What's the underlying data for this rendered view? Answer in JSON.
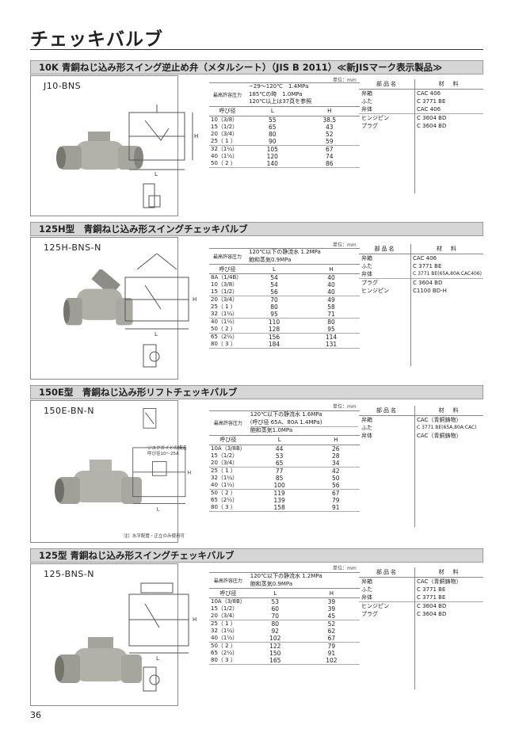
{
  "page_title": "チェッキバルブ",
  "page_number": "36",
  "sections": [
    {
      "heading": "10K 青銅ねじ込み形スイング逆止め弁（メタルシート）（JIS B 2011）≪新JISマーク表示製品≫",
      "model": "J10-BNS",
      "unit": "単位：mm",
      "pressure_label": "最高許容圧力",
      "pressure_lines": [
        "−29〜120℃　1.4MPa",
        "185℃の時　1.0MPa",
        "120℃以上は37頁を参照"
      ],
      "col_size": "呼び径",
      "col_l": "L",
      "col_h": "H",
      "groups": [
        [
          [
            "10（3/8）",
            "55",
            "38.5"
          ],
          [
            "15（1/2）",
            "65",
            "43"
          ],
          [
            "20（3/4）",
            "80",
            "52"
          ],
          [
            "25（ 1 ）",
            "90",
            "59"
          ]
        ],
        [
          [
            "32（1¼）",
            "105",
            "67"
          ],
          [
            "40（1½）",
            "120",
            "74"
          ],
          [
            "50（ 2 ）",
            "140",
            "86"
          ]
        ]
      ],
      "mat_head": [
        "部品名",
        "材　料"
      ],
      "materials": [
        [
          "弁箱",
          "CAC 406"
        ],
        [
          "ふた",
          "C 3771 BE"
        ],
        [
          "弁体",
          "CAC 406"
        ]
      ],
      "materials2": [
        [
          "ヒンジピン",
          "C 3604 BD"
        ],
        [
          "プラグ",
          "C 3604 BD"
        ]
      ]
    },
    {
      "heading": "125H型　青銅ねじ込み形スイングチェッキバルブ",
      "model": "125H-BNS-N",
      "unit": "単位：mm",
      "pressure_label": "最高許容圧力",
      "pressure_lines": [
        "120℃以下の静流水 1.2MPa",
        "飽和蒸気0.9MPa"
      ],
      "col_size": "呼び径",
      "col_l": "L",
      "col_h": "H",
      "groups": [
        [
          [
            "8A（1/4B）",
            "54",
            "40"
          ],
          [
            "10（3/8）",
            "54",
            "40"
          ],
          [
            "15（1/2）",
            "56",
            "40"
          ]
        ],
        [
          [
            "20（3/4）",
            "70",
            "49"
          ],
          [
            "25（ 1 ）",
            "80",
            "58"
          ],
          [
            "32（1¼）",
            "95",
            "71"
          ]
        ],
        [
          [
            "40（1½）",
            "110",
            "80"
          ],
          [
            "50（ 2 ）",
            "128",
            "95"
          ]
        ],
        [
          [
            "65（2½）",
            "156",
            "114"
          ],
          [
            "80（ 3 ）",
            "184",
            "131"
          ]
        ]
      ],
      "mat_head": [
        "部品名",
        "材　料"
      ],
      "materials": [
        [
          "弁箱",
          "CAC 406"
        ],
        [
          "ふた",
          "C 3771 BE"
        ],
        [
          "弁体",
          "C 3771 BE(65A,80A:CAC406)"
        ]
      ],
      "materials2": [
        [
          "プラグ",
          "C 3604 BD"
        ],
        [
          "ヒンジピン",
          "C1100 BD-H"
        ]
      ]
    },
    {
      "heading": "150E型　青銅ねじ込み形リフトチェッキバルブ",
      "model": "150E-BN-N",
      "unit": "単位：mm",
      "pressure_label": "最高許容圧力",
      "pressure_lines": [
        "120℃以下の静流水 1.6MPa",
        "(呼び径 65A、80A 1.4MPa)",
        "飽和蒸気1.0MPa"
      ],
      "col_size": "呼び径",
      "col_l": "L",
      "col_h": "H",
      "groups": [
        [
          [
            "10A（3/8B）",
            "44",
            "26"
          ],
          [
            "15（1/2）",
            "53",
            "28"
          ],
          [
            "20（3/4）",
            "65",
            "34"
          ]
        ],
        [
          [
            "25（ 1 ）",
            "77",
            "42"
          ],
          [
            "32（1¼）",
            "85",
            "50"
          ],
          [
            "40（1½）",
            "100",
            "56"
          ]
        ],
        [
          [
            "50（ 2 ）",
            "119",
            "67"
          ],
          [
            "65（2½）",
            "139",
            "79"
          ],
          [
            "80（ 3 ）",
            "158",
            "91"
          ]
        ]
      ],
      "mat_head": [
        "部品名",
        "材　料"
      ],
      "materials": [
        [
          "弁箱",
          "CAC（青銅鋳物）"
        ],
        [
          "ふた",
          "C 3771 BE(65A,80A:CAC)"
        ],
        [
          "弁体",
          "CAC（青銅鋳物）"
        ]
      ],
      "materials2": [],
      "notes": [
        "ジスクガイドの構造",
        "呼び径10〜25A",
        "注）水平配管・正立のみ使用可"
      ]
    },
    {
      "heading": "125型 青銅ねじ込み形スイングチェッキバルブ",
      "model": "125-BNS-N",
      "unit": "単位：mm",
      "pressure_label": "最高許容圧力",
      "pressure_lines": [
        "120℃以下の静流水 1.2MPa",
        "飽和蒸気0.9MPa"
      ],
      "col_size": "呼び径",
      "col_l": "L",
      "col_h": "H",
      "groups": [
        [
          [
            "10A（3/8B）",
            "53",
            "39"
          ],
          [
            "15（1/2）",
            "60",
            "39"
          ],
          [
            "20（3/4）",
            "70",
            "45"
          ]
        ],
        [
          [
            "25（ 1 ）",
            "80",
            "52"
          ],
          [
            "32（1¼）",
            "92",
            "62"
          ],
          [
            "40（1½）",
            "102",
            "67"
          ]
        ],
        [
          [
            "50（ 2 ）",
            "122",
            "79"
          ],
          [
            "65（2½）",
            "150",
            "91"
          ],
          [
            "80（ 3 ）",
            "165",
            "102"
          ]
        ]
      ],
      "mat_head": [
        "部品名",
        "材　料"
      ],
      "materials": [
        [
          "弁箱",
          "CAC（青銅鋳物）"
        ],
        [
          "ふた",
          "C 3771 BE"
        ],
        [
          "弁体",
          "C 3771 BE"
        ]
      ],
      "materials2": [
        [
          "ヒンジピン",
          "C 3604 BD"
        ],
        [
          "プラグ",
          "C 3604 BD"
        ]
      ]
    }
  ]
}
